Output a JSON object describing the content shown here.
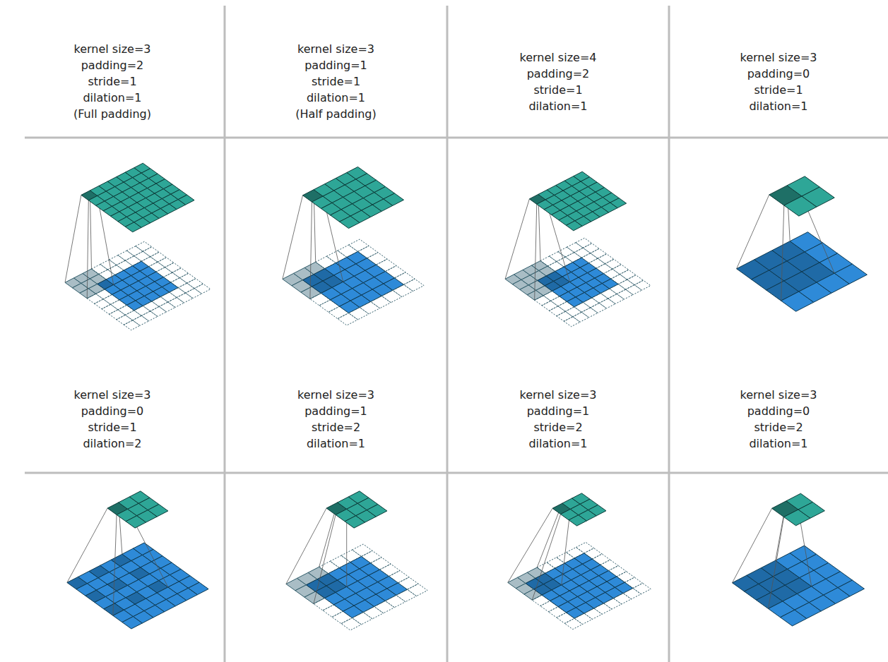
{
  "diagram": {
    "labels": [
      "kernel size=3",
      "padding=2",
      "stride=1",
      "dilation=1",
      "(Full padding)",
      "kernel size=3",
      "padding=1",
      "stride=1",
      "dilation=1",
      "(Half padding)",
      "kernel size=4",
      "padding=2",
      "stride=1",
      "dilation=1",
      "kernel size=3",
      "padding=0",
      "stride=1",
      "dilation=1",
      "kernel size=3",
      "padding=0",
      "stride=1",
      "dilation=2",
      "kernel size=3",
      "padding=1",
      "stride=2",
      "dilation=1",
      "kernel size=3",
      "padding=1",
      "stride=2",
      "dilation=1",
      "kernel size=3",
      "padding=0",
      "stride=2",
      "dilation=1"
    ]
  }
}
